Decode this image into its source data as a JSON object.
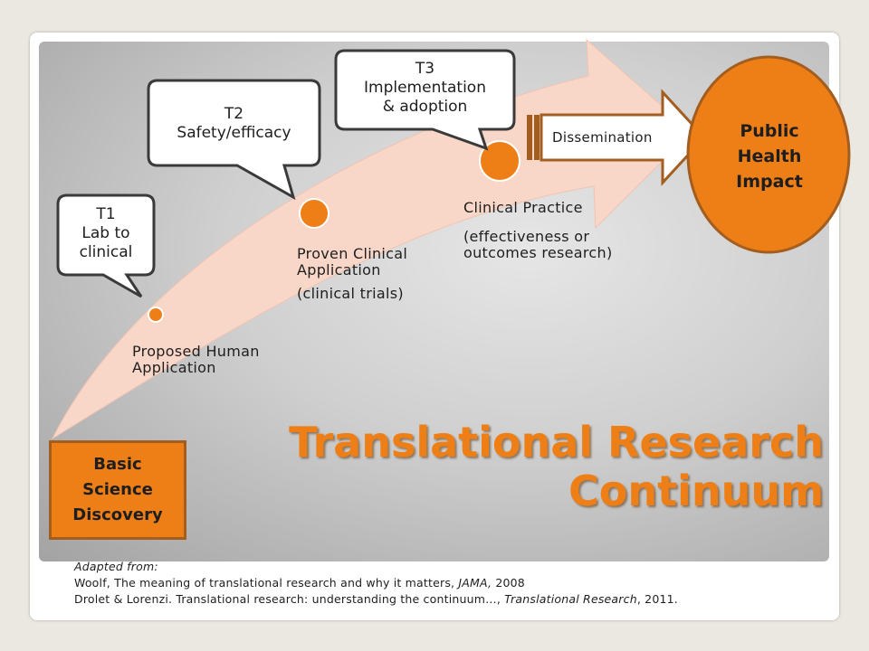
{
  "title": {
    "line1": "Translational Research",
    "line2": "Continuum"
  },
  "start_box": {
    "line1": "Basic",
    "line2": "Science",
    "line3": "Discovery"
  },
  "end_circle": {
    "line1": "Public",
    "line2": "Health",
    "line3": "Impact"
  },
  "dissemination": "Dissemination",
  "callouts": [
    {
      "id": "t1",
      "lines": [
        "T1",
        "Lab to",
        "clinical"
      ]
    },
    {
      "id": "t2",
      "lines": [
        "T2",
        "Safety/efficacy"
      ]
    },
    {
      "id": "t3",
      "lines": [
        "T3",
        "Implementation",
        "& adoption"
      ]
    }
  ],
  "stages": [
    {
      "line1": "Proposed Human",
      "line2": "Application",
      "line3": ""
    },
    {
      "line1": "Proven Clinical",
      "line2": "Application",
      "line3": "(clinical trials)"
    },
    {
      "line1": "Clinical Practice",
      "line2": "(effectiveness or",
      "line3": "outcomes research)"
    }
  ],
  "references": {
    "line1": "Adapted from:",
    "line2_main": "Woolf, The meaning of translational research and why it matters, ",
    "line2_journal": "JAMA,",
    "line2_year": " 2008",
    "line3_main": "Drolet & Lorenzi. Translational research: understanding the continuum…, ",
    "line3_journal": "Translational Research",
    "line3_year": ", 2011."
  },
  "colors": {
    "accent_orange": "#ee7f16",
    "arrow_fill": "#f9d7c8",
    "border_brown": "#a25d1f",
    "callout_border": "#3a3a3a"
  }
}
